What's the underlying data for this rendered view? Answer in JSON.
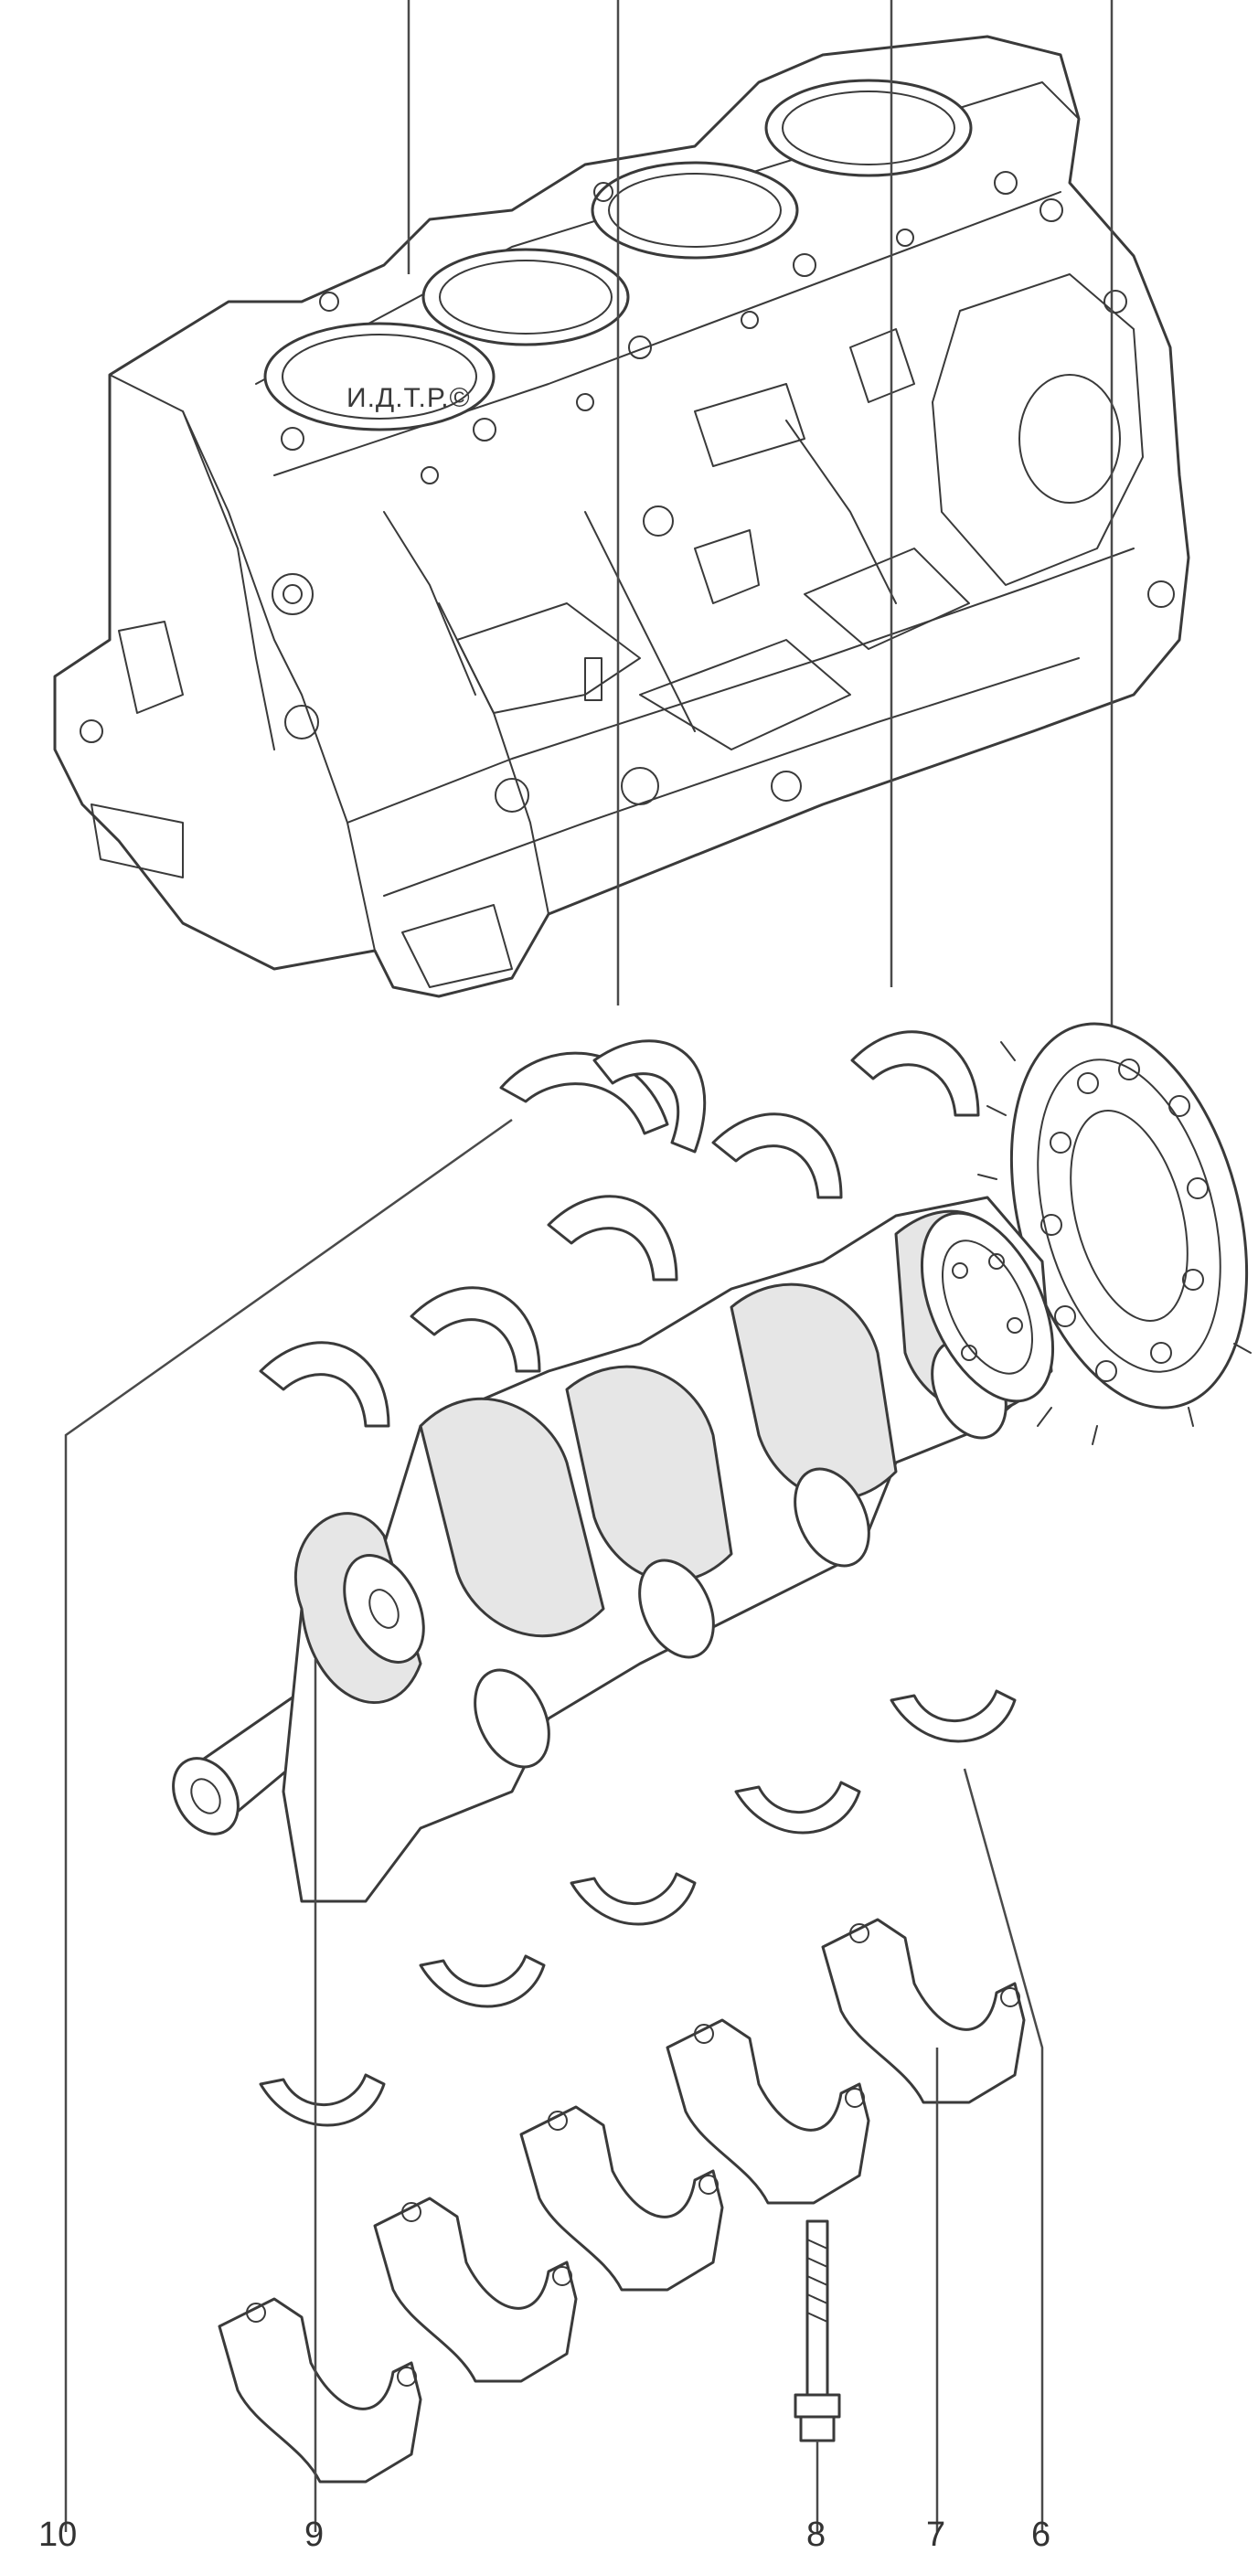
{
  "watermark": "И.Д.Т.Р.©",
  "callouts": {
    "c10": "10",
    "c9": "9",
    "c8": "8",
    "c7": "7",
    "c6": "6"
  }
}
